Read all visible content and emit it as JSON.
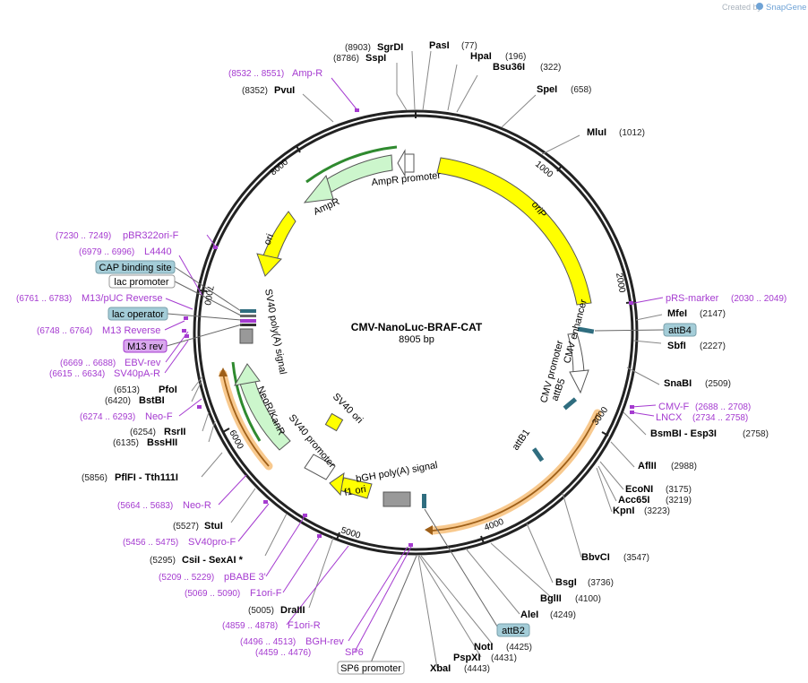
{
  "credit": {
    "created_by": "Created by",
    "brand": "SnapGene"
  },
  "plasmid": {
    "name": "CMV-NanoLuc-BRAF-CAT",
    "length_label": "8905 bp"
  },
  "ticks": [
    "1000",
    "2000",
    "3000",
    "4000",
    "5000",
    "6000",
    "7000",
    "8000"
  ],
  "sites": [
    {
      "name": "SgrDI",
      "pos": "(8903)"
    },
    {
      "name": "SspI",
      "pos": "(8786)"
    },
    {
      "name": "PvuI",
      "pos": "(8352)"
    },
    {
      "name": "PasI",
      "pos": "(77)"
    },
    {
      "name": "HpaI",
      "pos": "(196)"
    },
    {
      "name": "Bsu36I",
      "pos": "(322)"
    },
    {
      "name": "SpeI",
      "pos": "(658)"
    },
    {
      "name": "MluI",
      "pos": "(1012)"
    },
    {
      "name": "MfeI",
      "pos": "(2147)"
    },
    {
      "name": "SbfI",
      "pos": "(2227)"
    },
    {
      "name": "SnaBI",
      "pos": "(2509)"
    },
    {
      "name": "BsmBI  - Esp3I",
      "pos": "(2758)"
    },
    {
      "name": "AflII",
      "pos": "(2988)"
    },
    {
      "name": "EcoNI",
      "pos": "(3175)"
    },
    {
      "name": "Acc65I",
      "pos": "(3219)"
    },
    {
      "name": "KpnI",
      "pos": "(3223)"
    },
    {
      "name": "BbvCI",
      "pos": "(3547)"
    },
    {
      "name": "BsgI",
      "pos": "(3736)"
    },
    {
      "name": "BglII",
      "pos": "(4100)"
    },
    {
      "name": "AleI",
      "pos": "(4249)"
    },
    {
      "name": "NotI",
      "pos": "(4425)"
    },
    {
      "name": "PspXI",
      "pos": "(4431)"
    },
    {
      "name": "XbaI",
      "pos": "(4443)"
    },
    {
      "name": "PfoI",
      "pos": "(6513)"
    },
    {
      "name": "BstBI",
      "pos": "(6420)"
    },
    {
      "name": "RsrII",
      "pos": "(6254)"
    },
    {
      "name": "BssHII",
      "pos": "(6135)"
    },
    {
      "name": "PflFI  - Tth111I",
      "pos": "(5856)"
    },
    {
      "name": "StuI",
      "pos": "(5527)"
    },
    {
      "name": "CsiI  - SexAI *",
      "pos": "(5295)"
    },
    {
      "name": "DraIII",
      "pos": "(5005)"
    }
  ],
  "primers": [
    {
      "name": "Amp-R",
      "pos": "(8532 .. 8551)"
    },
    {
      "name": "pBR322ori-F",
      "pos": "(7230 .. 7249)"
    },
    {
      "name": "L4440",
      "pos": "(6979 .. 6996)"
    },
    {
      "name": "M13/pUC Reverse",
      "pos": "(6761 .. 6783)"
    },
    {
      "name": "M13 Reverse",
      "pos": "(6748 .. 6764)"
    },
    {
      "name": "EBV-rev",
      "pos": "(6669 .. 6688)"
    },
    {
      "name": "SV40pA-R",
      "pos": "(6615 .. 6634)"
    },
    {
      "name": "Neo-F",
      "pos": "(6274 .. 6293)"
    },
    {
      "name": "Neo-R",
      "pos": "(5664 .. 5683)"
    },
    {
      "name": "SV40pro-F",
      "pos": "(5456 .. 5475)"
    },
    {
      "name": "pBABE 3'",
      "pos": "(5209 .. 5229)"
    },
    {
      "name": "F1ori-F",
      "pos": "(5069 .. 5090)"
    },
    {
      "name": "F1ori-R",
      "pos": "(4859 .. 4878)"
    },
    {
      "name": "BGH-rev",
      "pos": "(4496 .. 4513)"
    },
    {
      "name": "SP6",
      "pos": "(4459 .. 4476)"
    },
    {
      "name": "pRS-marker",
      "pos": "(2030 .. 2049)"
    },
    {
      "name": "CMV-F",
      "pos": "(2688 .. 2708)"
    },
    {
      "name": "LNCX",
      "pos": "(2734 .. 2758)"
    }
  ],
  "boxes": [
    "CAP binding site",
    "lac promoter",
    "lac operator",
    "M13 rev",
    "attB4",
    "attB2",
    "SP6 promoter"
  ],
  "features": [
    "AmpR promoter",
    "AmpR",
    "ori",
    "oriP",
    "CMV enhancer",
    "CMV promoter",
    "attB5",
    "attB1",
    "SV40 poly(A) signal",
    "NeoR/KanR",
    "SV40 ori",
    "SV40 promoter",
    "f1 ori",
    "bGH poly(A) signal"
  ],
  "colors": {
    "ampr": "#ccf6cc",
    "ori": "#ffff00",
    "neo": "#ccf6cc",
    "attb": "#2f6d7f",
    "primer": "#a53bd0",
    "orange": "#f8c98e",
    "box_cyan": "#a4cdd8",
    "box_purple": "#d9a7ee"
  }
}
